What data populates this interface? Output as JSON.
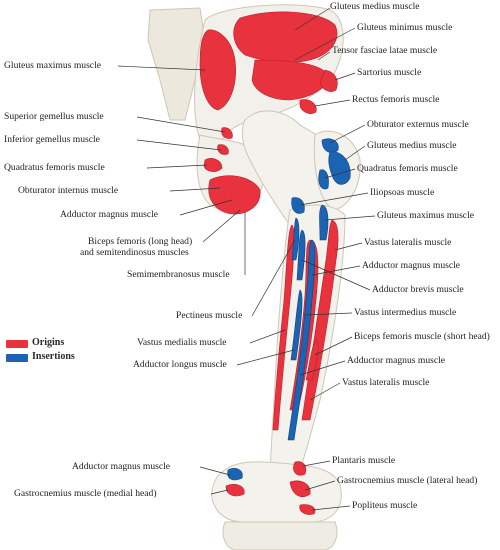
{
  "colors": {
    "origins": "#e8333f",
    "insertions": "#1c63b4",
    "bone": "#f2f0ea",
    "bone_edge": "#d9d2c2"
  },
  "legend": {
    "origins": "Origins",
    "insertions": "Insertions"
  },
  "labels": {
    "gluteus_medius_top": "Gluteus medius muscle",
    "gluteus_minimus": "Gluteus minimus muscle",
    "tensor_fasciae_latae": "Tensor fasciae latae muscle",
    "sartorius": "Sartorius muscle",
    "rectus_femoris": "Rectus femoris muscle",
    "obturator_externus": "Obturator externus muscle",
    "gluteus_medius_ins": "Gluteus medius muscle",
    "quadratus_femoris_right": "Quadratus femoris muscle",
    "iliopsoas": "Iliopsoas muscle",
    "gluteus_maximus_right": "Gluteus maximus muscle",
    "vastus_lateralis_upper": "Vastus lateralis muscle",
    "adductor_magnus_right1": "Adductor magnus muscle",
    "adductor_brevis": "Adductor brevis muscle",
    "vastus_intermedius": "Vastus intermedius muscle",
    "biceps_short": "Biceps femoris muscle (short head)",
    "adductor_magnus_right2": "Adductor magnus muscle",
    "vastus_lateralis_lower": "Vastus lateralis muscle",
    "plantaris": "Plantaris muscle",
    "gastrocnemius_lateral": "Gastrocnemius muscle (lateral head)",
    "popliteus": "Popliteus muscle",
    "gluteus_maximus_left": "Gluteus maximus muscle",
    "superior_gemellus": "Superior gemellus muscle",
    "inferior_gemellus": "Inferior gemellus muscle",
    "quadratus_femoris_left": "Quadratus femoris muscle",
    "obturator_internus": "Obturator internus muscle",
    "adductor_magnus_left": "Adductor magnus muscle",
    "biceps_long_1": "Biceps femoris (long head)",
    "biceps_long_2": "and semitendinosus muscles",
    "semimembranosus": "Semimembranosus muscle",
    "pectineus": "Pectineus muscle",
    "vastus_medialis": "Vastus medialis muscle",
    "adductor_longus": "Adductor longus muscle",
    "adductor_magnus_bottom": "Adductor magnus muscle",
    "gastrocnemius_medial": "Gastrocnemius muscle (medial head)"
  }
}
